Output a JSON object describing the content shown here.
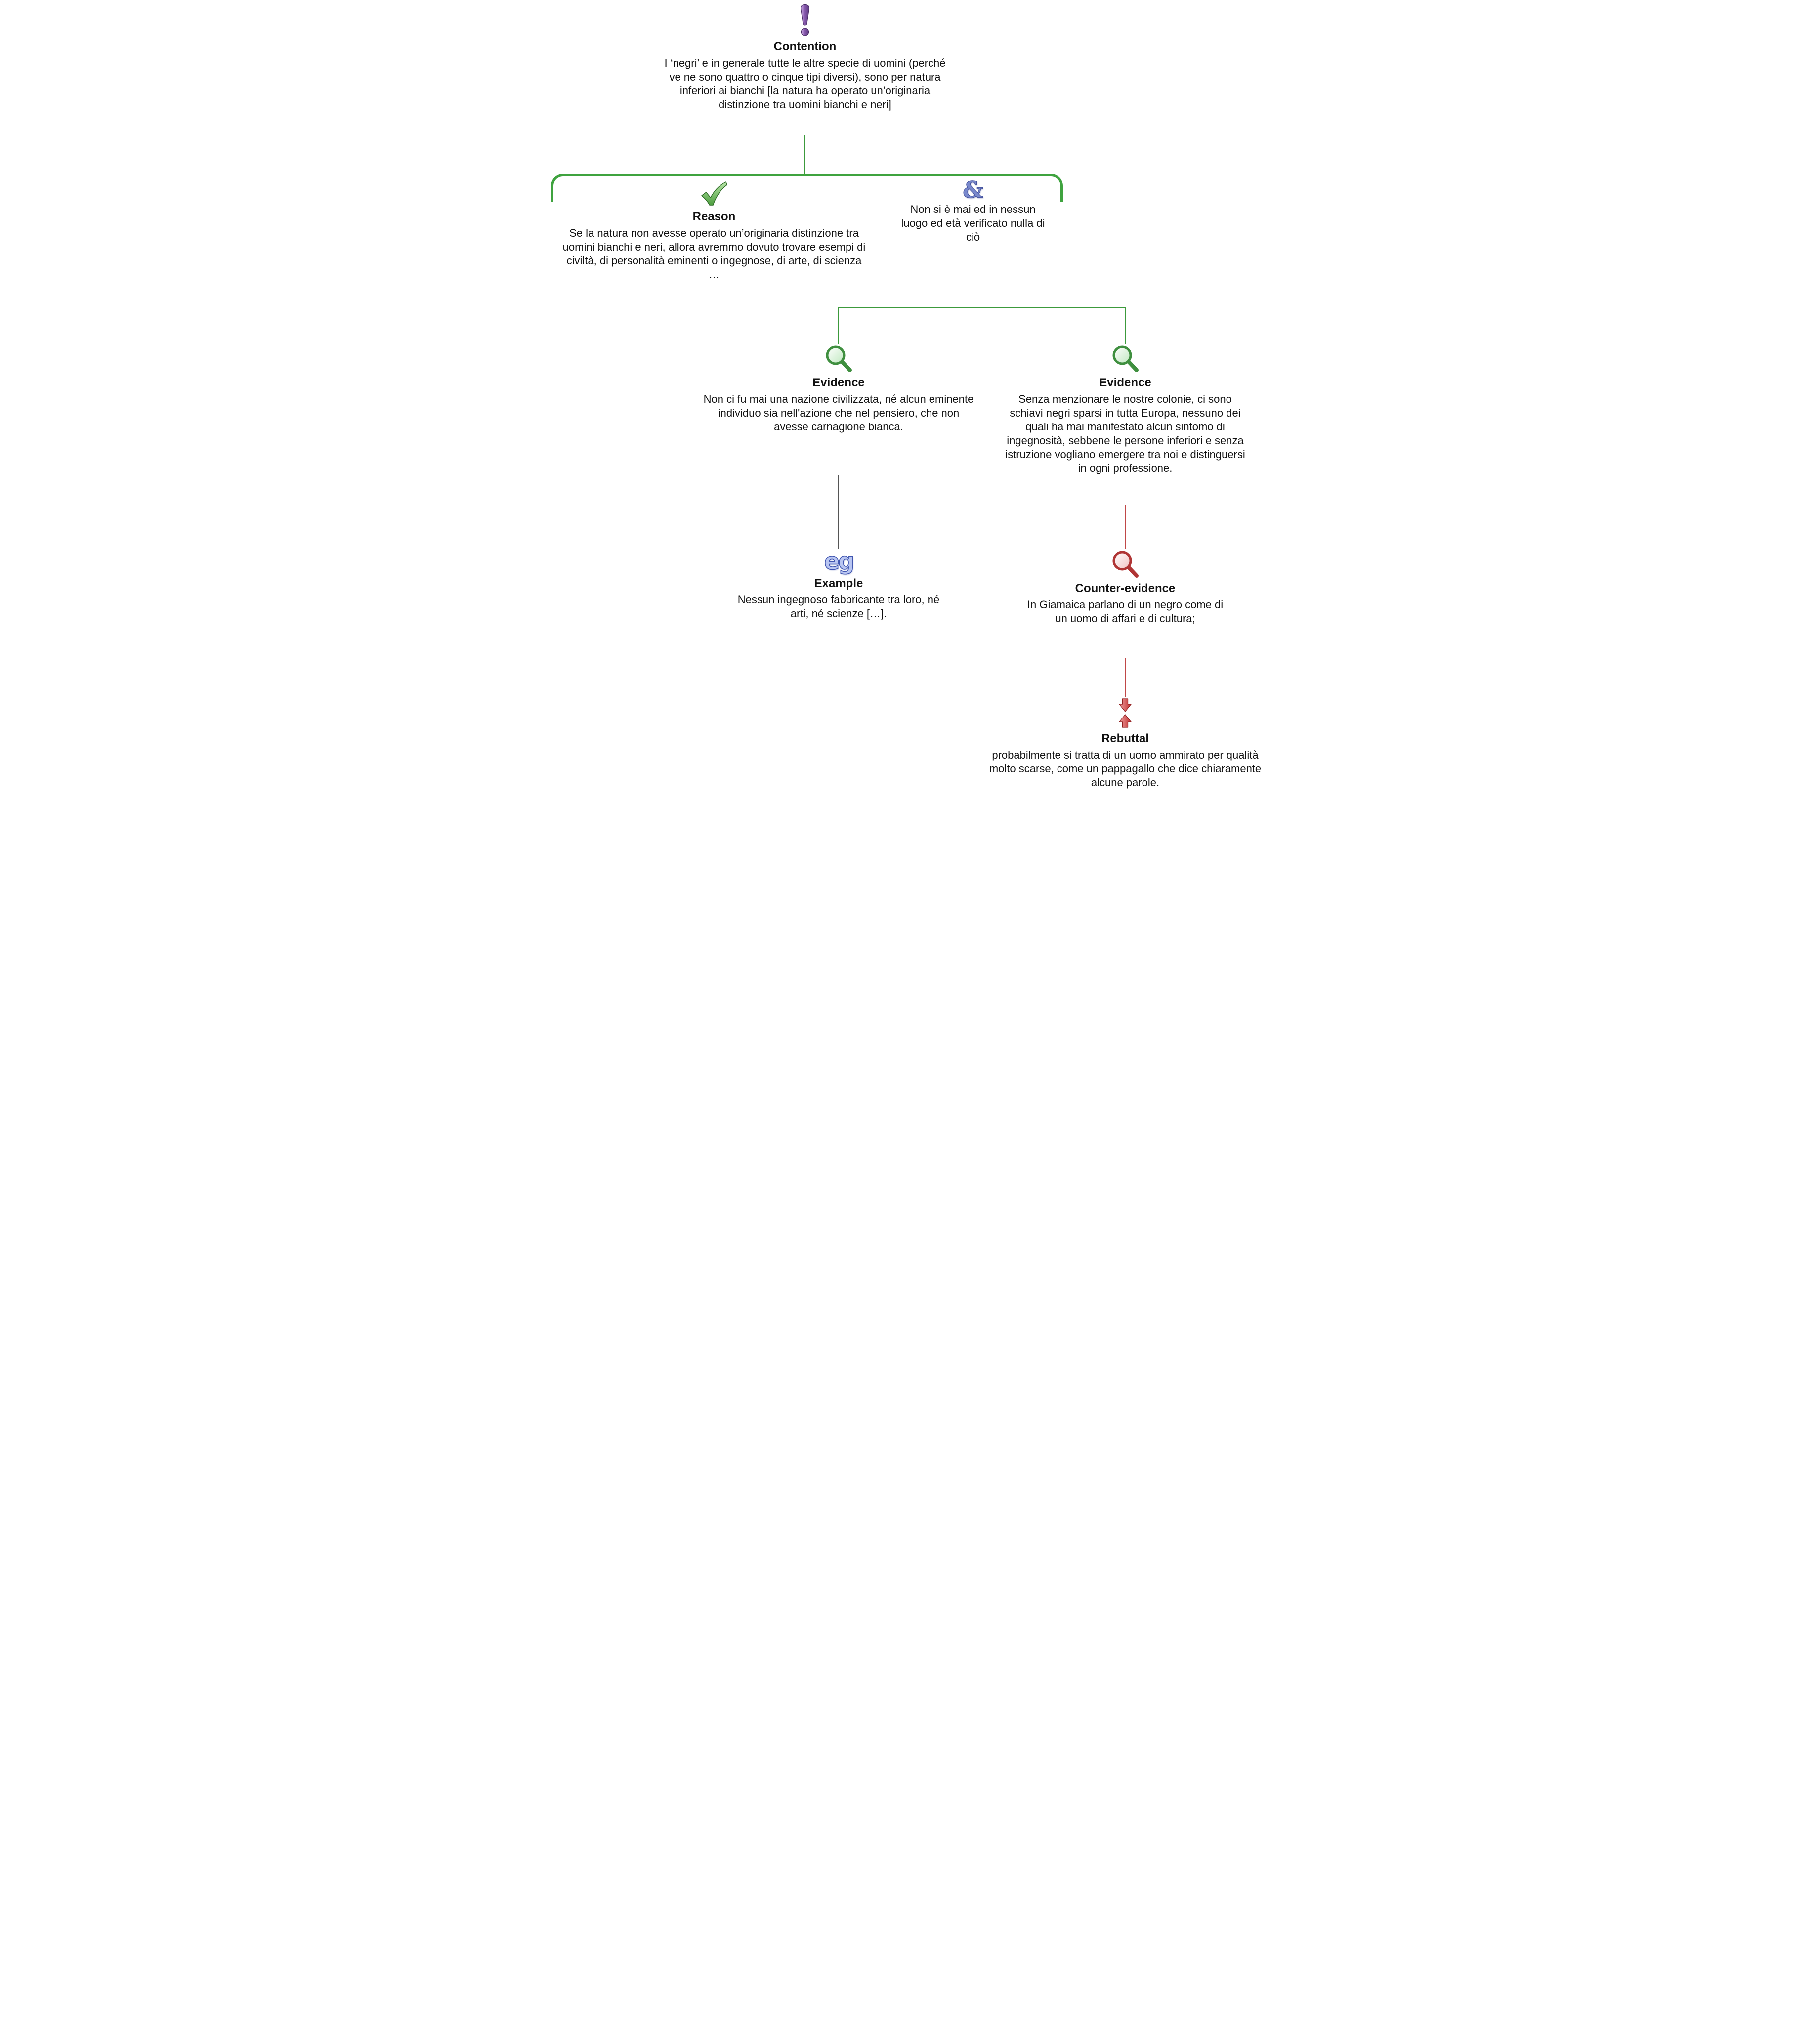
{
  "colors": {
    "support_green": "#3c9a3c",
    "bracket_green": "#3fa33f",
    "objection_red": "#c04848",
    "neutral_gray": "#555555",
    "contention_purple": "#7a4f9e",
    "conjunction_blue": "#5b6fb5"
  },
  "icons": {
    "contention": "exclamation-icon",
    "reason": "checkmark-icon",
    "conjunction": "ampersand-icon",
    "evidence": "magnifier-green-icon",
    "example": "eg-icon",
    "counter_evidence": "magnifier-red-icon",
    "rebuttal": "opposing-arrows-icon"
  },
  "nodes": {
    "contention": {
      "label": "Contention",
      "text": "I ‘negri’ e in generale tutte le altre specie di uomini (perché ve ne sono quattro o cinque tipi diversi), sono per natura inferiori ai bianchi [la natura ha operato un’originaria distinzione tra uomini bianchi e neri]"
    },
    "reason": {
      "label": "Reason",
      "text": "Se la natura non avesse operato un’originaria distinzione tra uomini bianchi e neri, allora avremmo dovuto trovare esempi di civiltà, di personalità eminenti o ingegnose, di arte, di scienza …"
    },
    "conjunction": {
      "symbol": "&",
      "text": "Non si è mai ed in nessun luogo ed età verificato nulla di ciò"
    },
    "evidence_left": {
      "label": "Evidence",
      "text": "Non ci fu mai una nazione civilizzata, né alcun eminente individuo sia nell'azione che nel pensiero, che non avesse carnagione bianca."
    },
    "evidence_right": {
      "label": "Evidence",
      "text": "Senza menzionare le nostre colonie, ci sono schiavi negri sparsi in tutta Europa, nessuno dei quali ha mai manifestato alcun sintomo di ingegnosità, sebbene le persone inferiori e senza istruzione vogliano emergere tra noi e distinguersi in ogni professione."
    },
    "example": {
      "label": "Example",
      "icon_text": "eg",
      "text": "Nessun ingegnoso fabbricante tra loro, né arti, né scienze […]."
    },
    "counter_evidence": {
      "label": "Counter-evidence",
      "text": "In Giamaica parlano di un negro come di un uomo di affari e di cultura;"
    },
    "rebuttal": {
      "label": "Rebuttal",
      "text": "probabilmente si tratta di un uomo ammirato per qualità molto scarse, come un pappagallo che dice chiaramente alcune parole."
    }
  }
}
